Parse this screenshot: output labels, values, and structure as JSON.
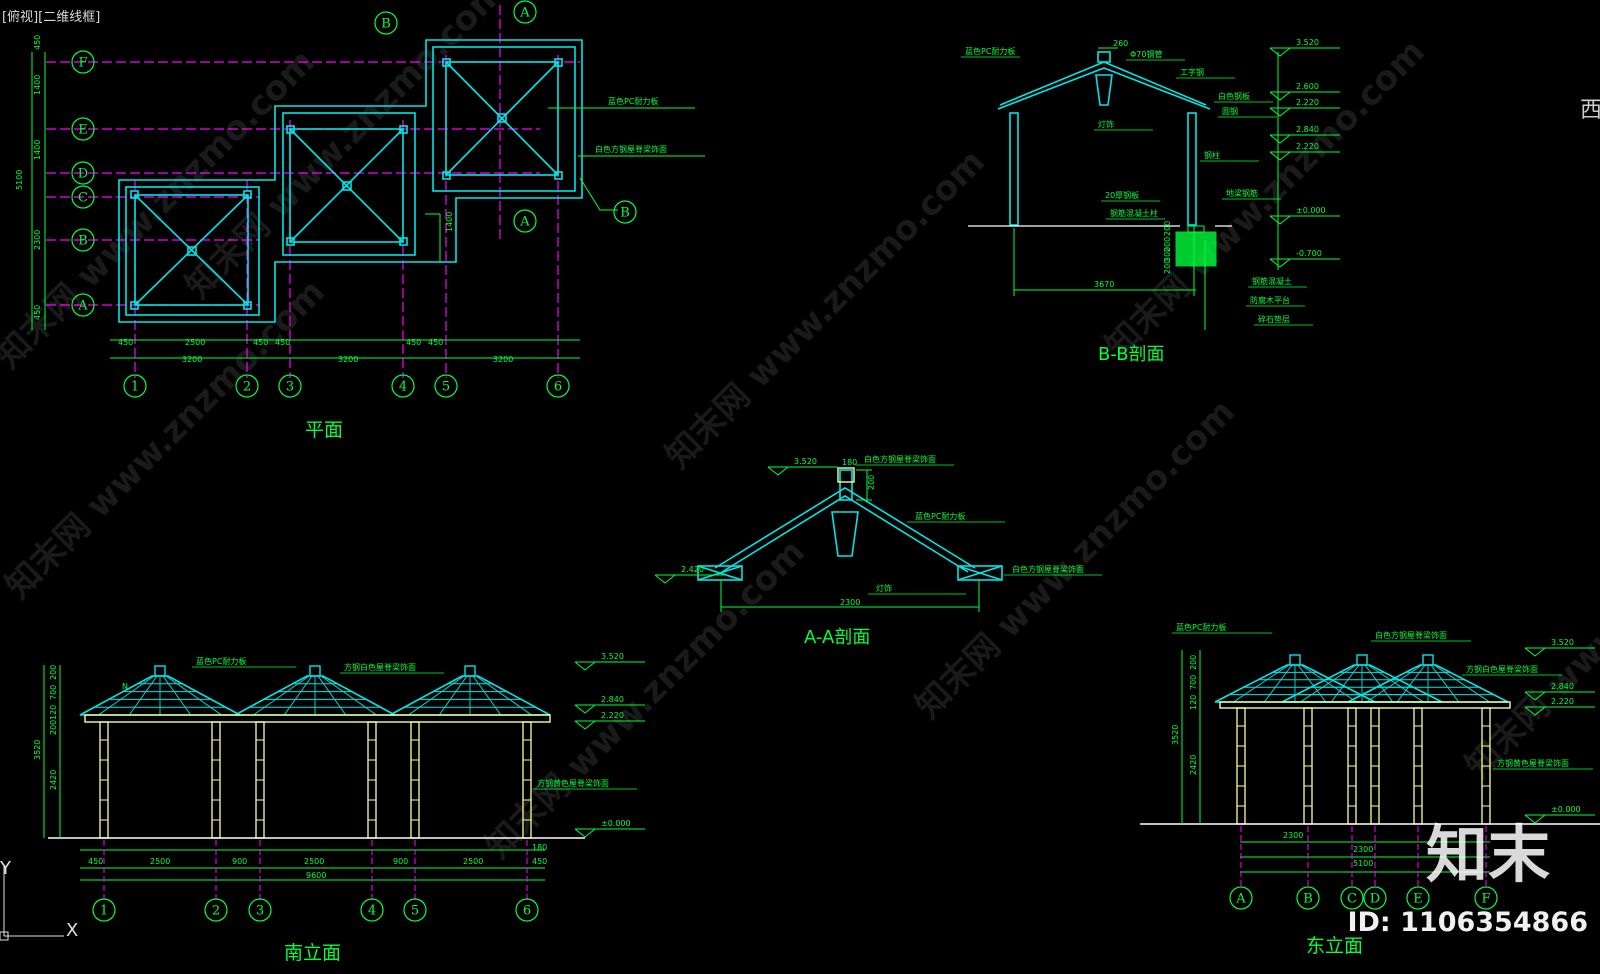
{
  "viewport": {
    "tag": "[俯视][二维线框]"
  },
  "plan": {
    "title": "平面",
    "row_axes": [
      "F",
      "E",
      "D",
      "C",
      "B",
      "A"
    ],
    "col_axes": [
      "1",
      "2",
      "3",
      "4",
      "5",
      "6"
    ],
    "left_dims": [
      "450",
      "1400",
      "1400",
      "2300",
      "450"
    ],
    "left_total": "5100",
    "bottom_dims_1": [
      "450",
      "2500",
      "450",
      "450",
      "450",
      "450"
    ],
    "bottom_dims_2": [
      "3200",
      "3200",
      "3200"
    ],
    "inner_dim": "1400",
    "callouts": [
      "蓝色PC耐力板",
      "白色方钢屋脊梁饰面"
    ],
    "section_marks": [
      "A",
      "A",
      "B",
      "B"
    ]
  },
  "bb": {
    "title": "B-B剖面",
    "notes": [
      "蓝色PC耐力板",
      "Φ70钢管",
      "工字钢",
      "白色钢板",
      "圆钢",
      "灯饰",
      "钢柱",
      "20厚钢板",
      "钢筋混凝土柱",
      "地梁钢筋",
      "钢筋混凝土",
      "防腐木平台",
      "碎石垫层"
    ],
    "top_dim": "260",
    "bottom_dim": "3670",
    "levels": [
      "3.520",
      "2.600",
      "2.220",
      "2.840",
      "2.220",
      "±0.000",
      "-0.700"
    ],
    "left_dims": [
      "200",
      "200",
      "300",
      "200"
    ]
  },
  "aa": {
    "title": "A-A剖面",
    "level_top": "3.520",
    "level_eave": "2.420",
    "top_dim": "180",
    "side_dim": "200",
    "span": "2300",
    "notes": [
      "白色方钢屋脊梁饰面",
      "蓝色PC耐力板",
      "白色方钢屋脊梁饰面",
      "灯饰"
    ]
  },
  "south": {
    "title": "南立面",
    "col_axes": [
      "1",
      "2",
      "3",
      "4",
      "5",
      "6"
    ],
    "notes": [
      "蓝色PC耐力板",
      "方钢白色屋脊梁饰面",
      "方钢黄色屋脊梁饰面"
    ],
    "levels": [
      "3.520",
      "2.840",
      "2.220",
      "±0.000"
    ],
    "left_dims": [
      "200",
      "700",
      "120",
      "200",
      "2420"
    ],
    "left_total": "3520",
    "bottom_dims_1": [
      "450",
      "2500",
      "900",
      "2500",
      "900",
      "2500",
      "450"
    ],
    "bottom_total": "9600",
    "leg_dim": "180"
  },
  "east": {
    "title": "东立面",
    "row_axes": [
      "A",
      "B",
      "C",
      "D",
      "E",
      "F"
    ],
    "notes": [
      "蓝色PC耐力板",
      "白色方钢屋脊梁饰面",
      "方钢白色屋脊梁饰面",
      "方钢黄色屋脊梁饰面"
    ],
    "levels": [
      "3.520",
      "2.840",
      "2.220",
      "±0.000"
    ],
    "left_dims": [
      "200",
      "700",
      "120",
      "2420"
    ],
    "left_total": "3520",
    "bottom_dims": [
      "2300",
      "2300",
      "5100"
    ]
  },
  "watermark": "知末网 www.znzmo.com",
  "brand": "知末",
  "id_label": "ID: 1106354866",
  "ucs": {
    "y": "Y",
    "x": "X"
  },
  "side_char": "西",
  "colors": {
    "green": "#00ff3c",
    "magenta": "#ff00ff",
    "cyan": "#00e5e5",
    "yellow": "#ffff99",
    "white": "#ffffff"
  }
}
